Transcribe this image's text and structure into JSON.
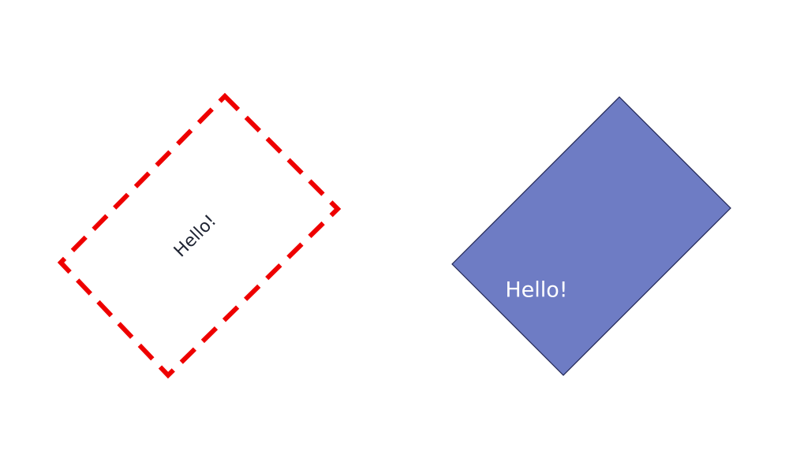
{
  "shapes": [
    {
      "label": "Hello!",
      "style": "dashed-outline",
      "fill": "none",
      "stroke": "#ee0000",
      "text_color": "#1f2433"
    },
    {
      "label": "Hello!",
      "style": "filled",
      "fill": "#6e7cc4",
      "stroke": "#1f2453",
      "text_color": "#ffffff"
    }
  ]
}
